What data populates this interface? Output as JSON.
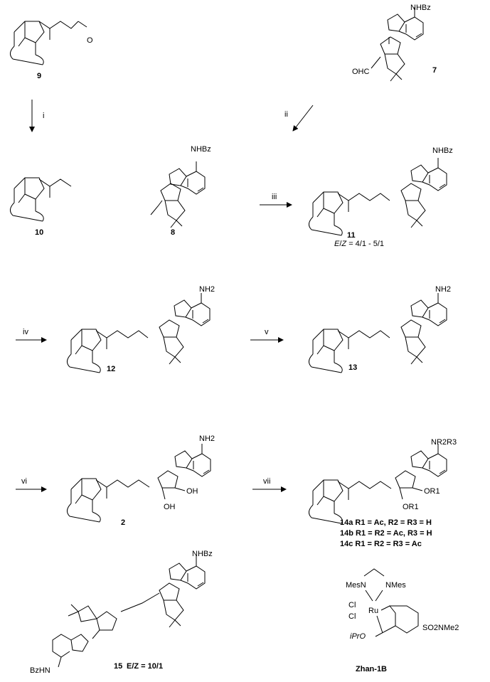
{
  "compounds": {
    "c9": {
      "number": "9",
      "group": "O"
    },
    "c7": {
      "number": "7",
      "top_group": "NHBz",
      "aldehyde": "OHC"
    },
    "c10": {
      "number": "10"
    },
    "c8": {
      "number": "8",
      "top_group": "NHBz"
    },
    "c11": {
      "number": "11",
      "top_group": "NHBz",
      "ratio_prefix_e": "E",
      "ratio_slash": "/",
      "ratio_prefix_z": "Z",
      "ratio_value": " = 4/1 - 5/1"
    },
    "c12": {
      "number": "12",
      "top_group": "NH2"
    },
    "c13": {
      "number": "13",
      "top_group": "NH2"
    },
    "c2": {
      "number": "2",
      "top_group": "NH2",
      "oh1": "OH",
      "oh2": "OH"
    },
    "c14": {
      "top_group": "NR2R3",
      "or1": "OR1",
      "or2": "OR1",
      "lines": [
        "14a  R1 = Ac, R2 = R3 = H",
        "14b  R1 = R2 = Ac, R3 = H",
        "14c  R1 = R2 = R3 = Ac"
      ]
    },
    "c15": {
      "number": "15",
      "top_group": "NHBz",
      "bottom_group": "BzHN",
      "ratio": "E/Z = 10/1"
    },
    "zhan": {
      "name": "Zhan-1B",
      "mes1": "MesN",
      "mes2": "NMes",
      "cl1": "Cl",
      "cl2": "Cl",
      "ru": "Ru",
      "ipro": "iPrO",
      "so2": "SO2NMe2"
    }
  },
  "steps": [
    "i",
    "ii",
    "iii",
    "iv",
    "v",
    "vi",
    "vii"
  ],
  "atoms": {
    "N": "N",
    "O": "O"
  }
}
